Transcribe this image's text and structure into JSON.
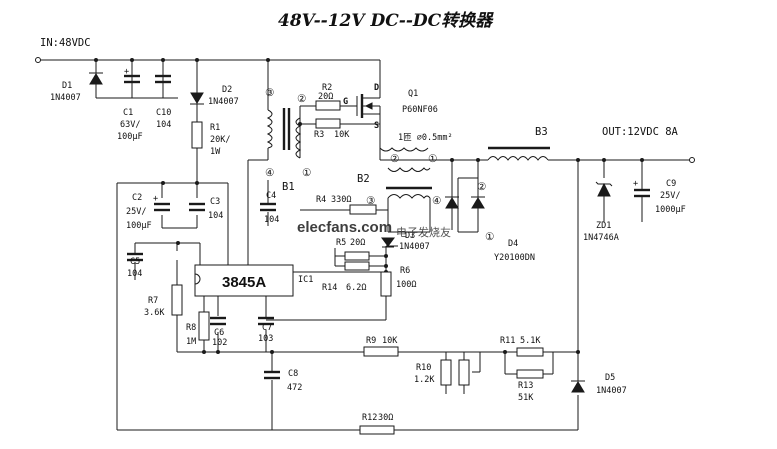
{
  "title": "48V--12V  DC--DC转换器",
  "input_label": "IN:48VDC",
  "output_label": "OUT:12VDC  8A",
  "ic": {
    "name": "3845A",
    "ref": "IC1"
  },
  "components": {
    "D1": [
      "D1",
      "1N4007"
    ],
    "C1": [
      "C1",
      "63V/",
      "100μF"
    ],
    "C10": [
      "C10",
      "104"
    ],
    "D2": [
      "D2",
      "1N4007"
    ],
    "R1": [
      "R1",
      "20K/",
      "1W"
    ],
    "R2": [
      "R2",
      "20Ω"
    ],
    "R3": [
      "R3",
      "10K"
    ],
    "Q1": [
      "Q1",
      "P60NF06"
    ],
    "C2": [
      "C2",
      "25V/",
      "100μF"
    ],
    "C3": [
      "C3",
      "104"
    ],
    "C4": [
      "C4",
      "104"
    ],
    "C5": [
      "C5",
      "104"
    ],
    "R4": [
      "R4",
      "330Ω"
    ],
    "R5": [
      "R5",
      "20Ω"
    ],
    "R14": [
      "R14",
      "6.2Ω"
    ],
    "D3": [
      "D3",
      "1N4007"
    ],
    "R6": [
      "R6",
      "100Ω"
    ],
    "R7": [
      "R7",
      "3.6K"
    ],
    "R8": [
      "R8",
      "1M"
    ],
    "C6": [
      "C6",
      "102"
    ],
    "C7": [
      "C7",
      "103"
    ],
    "C8": [
      "C8",
      "472"
    ],
    "R9": [
      "R9",
      "10K"
    ],
    "R10": [
      "R10",
      "1.2K"
    ],
    "R11": [
      "R11",
      "5.1K"
    ],
    "R13": [
      "R13",
      "51K"
    ],
    "R12": [
      "R12",
      "30Ω"
    ],
    "D4": [
      "D4",
      "Y20100DN"
    ],
    "D5": [
      "D5",
      "1N4007"
    ],
    "ZD1": [
      "ZD1",
      "1N4746A"
    ],
    "C9": [
      "C9",
      "25V/",
      "1000μF"
    ]
  },
  "transformers": {
    "B1": "B1",
    "B2": "B2",
    "B3": "B3"
  },
  "pins": {
    "p1": "①",
    "p2": "②",
    "p3": "③",
    "p4": "④"
  },
  "mosfet_pins": {
    "g": "G",
    "d": "D",
    "s": "S"
  },
  "wire_note": "1匝  ⌀0.5mm²",
  "watermark": {
    "brand": "elecfans.com",
    "cn": "电子发烧友"
  }
}
